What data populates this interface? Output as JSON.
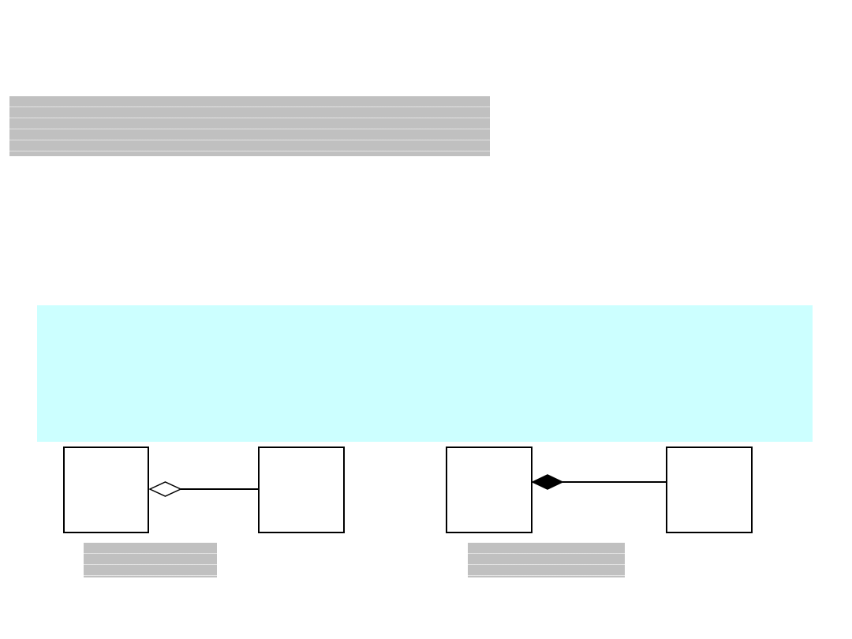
{
  "slide": {
    "title": "",
    "body": ""
  },
  "diagram": {
    "left": {
      "relationship": "aggregation",
      "marker": "hollow-diamond",
      "whole_box_label": "",
      "part_box_label": "",
      "caption": ""
    },
    "right": {
      "relationship": "composition",
      "marker": "filled-diamond",
      "whole_box_label": "",
      "part_box_label": "",
      "caption": ""
    }
  },
  "colors": {
    "background": "#ffffff",
    "placeholder_gray": "#c0c0c0",
    "panel_cyan": "#ccffff",
    "line": "#000000"
  }
}
